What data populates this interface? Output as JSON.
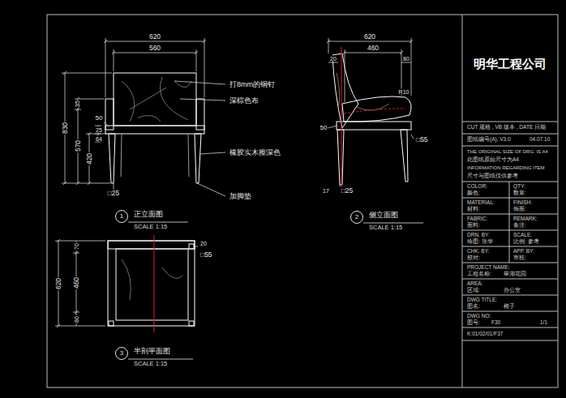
{
  "diagram": {
    "title": "明华工程公司",
    "nodes": [
      {
        "text": [
          "1",
          "正立面图",
          "SCALE 1:15"
        ]
      },
      {
        "text": [
          "2",
          "侧立面图",
          "SCALE 1:15"
        ]
      },
      {
        "text": [
          "3",
          "半剖平面图",
          "SCALE 1:15"
        ]
      }
    ],
    "labels": [
      "620",
      "560",
      "830",
      "35",
      "570",
      "420",
      "25",
      "64",
      "50",
      "□25",
      "打8mm的铜钉",
      "深棕色布",
      "橡胶实木擦深色",
      "加脚垫",
      "620",
      "460",
      "20",
      "80",
      "R10",
      "50",
      "□55",
      "17",
      "□25",
      "620",
      "70",
      "460",
      "80",
      "20",
      "□55",
      "CUT 规格 , VB 版本 , DATE 日期",
      "图纸编号(A), V3.0",
      "04.07.10",
      "THE ORIGINAL SIZE OF DRG. IS A4",
      "此图纸原始尺寸为A4",
      "INFORMATION REGARDING ITEM",
      "尺寸与图纸仅供参考",
      "COLOR:",
      "QTY:",
      "颜色:",
      "数量:",
      "MATERIAL:",
      "FINISH:",
      "材料:",
      "饰面:",
      "FABRIC:",
      "REMARK:",
      "面料:",
      "备注:",
      "DRN. BY:",
      "SCALE:",
      "绘图: 张华",
      "比例: 参考",
      "CHK. BY:",
      "APP. BY:",
      "校对:",
      "审核:",
      "PROJECT NAME:",
      "工程名称:",
      "翠湖花园",
      "AREA:",
      "区域:",
      "办公室",
      "DWG TITLE:",
      "图名:",
      "椅子",
      "DWG NO:",
      "图号:",
      "F30",
      "1/1",
      "K:01/02/01/F37"
    ]
  }
}
